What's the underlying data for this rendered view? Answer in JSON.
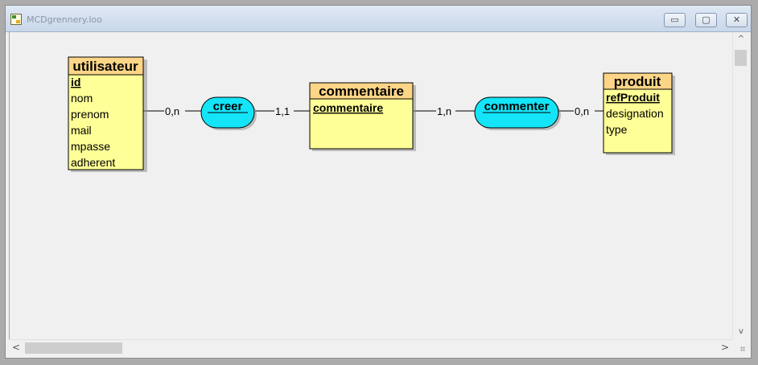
{
  "window": {
    "title": "MCDgrennery.loo",
    "controls": {
      "minimize": "▭",
      "restore": "▢",
      "close": "✕"
    }
  },
  "entities": {
    "utilisateur": {
      "name": "utilisateur",
      "key": "id",
      "attributes": [
        "nom",
        "prenom",
        "mail",
        "mpasse",
        "adherent"
      ]
    },
    "commentaire": {
      "name": "commentaire",
      "key": "commentaire",
      "attributes": []
    },
    "produit": {
      "name": "produit",
      "key": "refProduit",
      "attributes": [
        "designation",
        "type"
      ]
    }
  },
  "associations": {
    "creer": {
      "name": "creer"
    },
    "commenter": {
      "name": "commenter"
    }
  },
  "cardinalities": {
    "utilisateur_creer": "0,n",
    "creer_commentaire": "1,1",
    "commentaire_commenter": "1,n",
    "commenter_produit": "0,n"
  },
  "colors": {
    "entity_header": "#fcd587",
    "entity_body": "#ffff97",
    "association_fill": "#14e4f7",
    "window_bg": "#f0f0f0",
    "titlebar": "#c9d7ea"
  },
  "scrollbars": {
    "up": "^",
    "down": "v",
    "left": "<",
    "right": ">"
  }
}
